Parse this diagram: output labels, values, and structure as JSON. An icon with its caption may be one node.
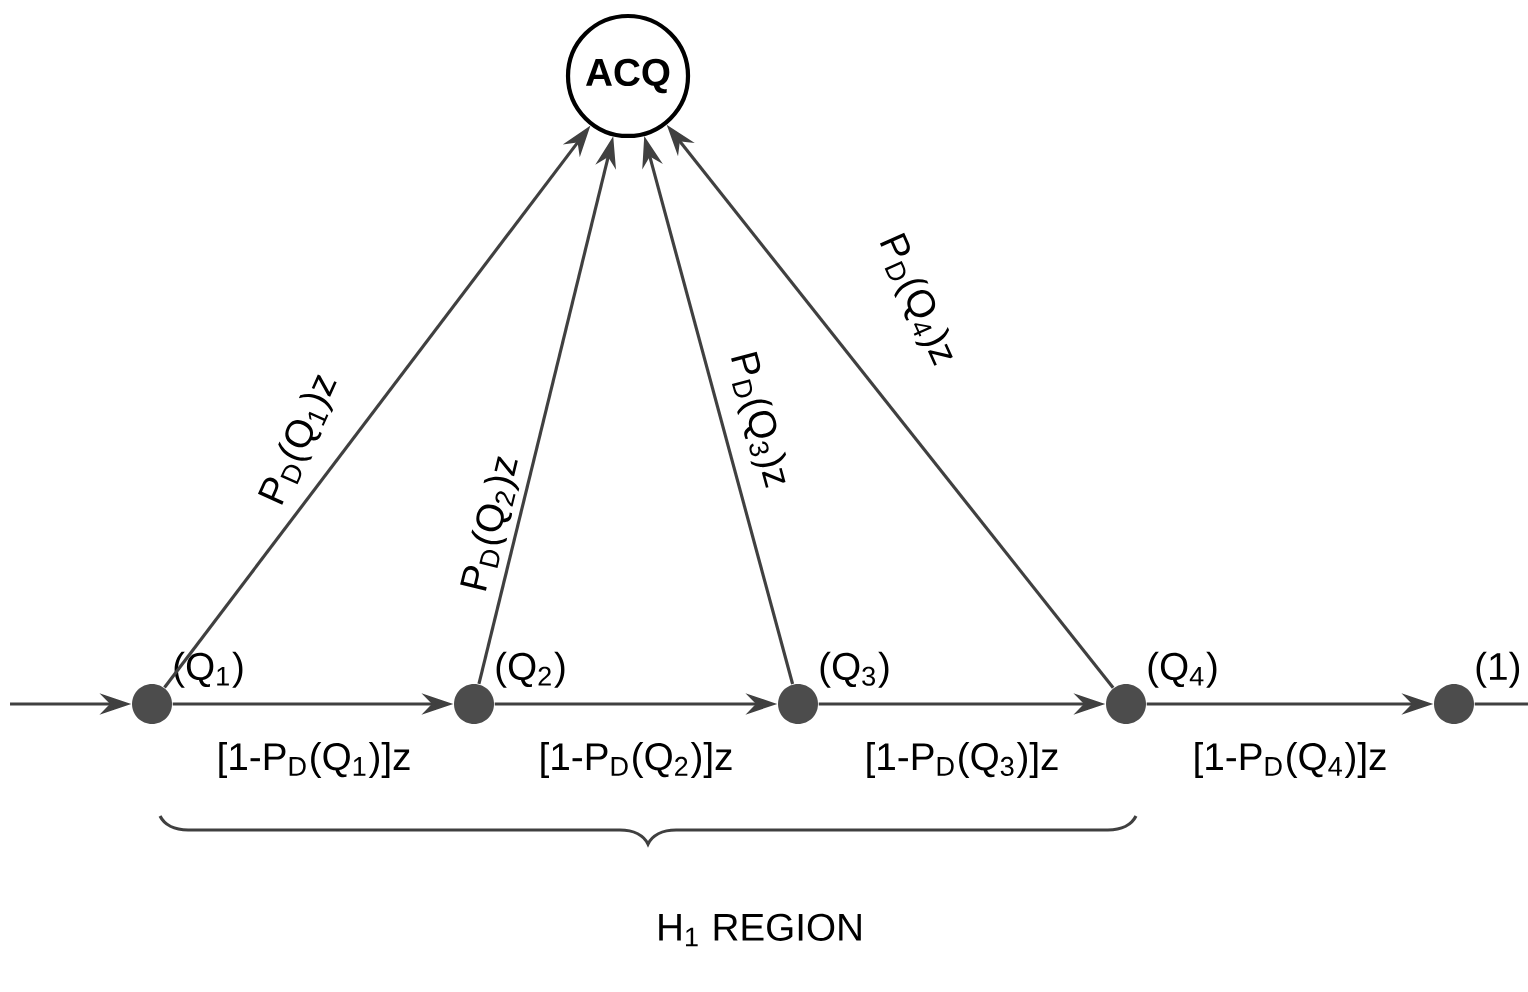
{
  "diagram": {
    "nodes": [
      {
        "text": [
          "ACQ"
        ]
      },
      {
        "text": [],
        "shape": "circle",
        "beside": [
          "(Q$_{1}$)"
        ]
      },
      {
        "text": [],
        "shape": "circle",
        "beside": [
          "(Q$_{2}$)"
        ]
      },
      {
        "text": [],
        "shape": "circle",
        "beside": [
          "(Q$_{3}$)"
        ]
      },
      {
        "text": [],
        "shape": "circle",
        "beside": [
          "(Q$_{4}$)"
        ]
      },
      {
        "text": [],
        "shape": "circle",
        "beside": [
          "(1)"
        ]
      }
    ],
    "edges": [
      {
        "from": null,
        "to": 1,
        "arrow": "to"
      },
      {
        "from": 1,
        "to": 2,
        "arrow": "to",
        "label": "[1-P$_{D}$(Q$_{1}$)]z"
      },
      {
        "from": 2,
        "to": 3,
        "arrow": "to",
        "label": "[1-P$_{D}$(Q$_{2}$)]z"
      },
      {
        "from": 3,
        "to": 4,
        "arrow": "to",
        "label": "[1-P$_{D}$(Q$_{3}$)]z"
      },
      {
        "from": 4,
        "to": 5,
        "arrow": "to",
        "label": "[1-P$_{D}$(Q$_{4}$)]z"
      },
      {
        "from": 5,
        "to": null,
        "arrow": "none"
      },
      {
        "from": 1,
        "to": 0,
        "arrow": "to",
        "label": "P$_{D}$(Q$_{1}$)z"
      },
      {
        "from": 2,
        "to": 0,
        "arrow": "to",
        "label": "P$_{D}$(Q$_{2}$)z"
      },
      {
        "from": 3,
        "to": 0,
        "arrow": "to",
        "label": "P$_{D}$(Q$_{3}$)z"
      },
      {
        "from": 4,
        "to": 0,
        "arrow": "to",
        "label": "P$_{D}$(Q$_{4}$)z"
      }
    ],
    "labels": [
      "H$_{1}$ REGION"
    ]
  }
}
